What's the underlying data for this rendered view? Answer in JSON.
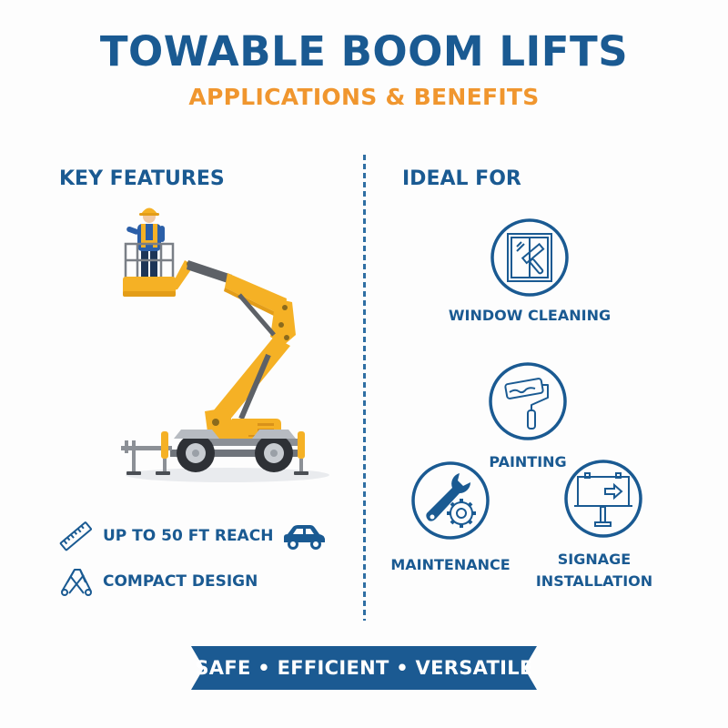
{
  "header": {
    "title": "TOWABLE BOOM LIFTS",
    "subtitle": "APPLICATIONS & BENEFITS"
  },
  "colors": {
    "primary_blue": "#1a5a92",
    "accent_orange": "#f0962e",
    "lift_yellow": "#f5b125",
    "ribbon_blue": "#1b5a92"
  },
  "key_features": {
    "heading": "KEY FEATURES",
    "illustration": "towable-boom-lift-with-worker",
    "items": [
      {
        "label": "UP TO 50 FT REACH",
        "icon": "ruler-icon",
        "side_icon": "car-icon"
      },
      {
        "label": "COMPACT DESIGN",
        "icon": "compact-fold-icon"
      }
    ]
  },
  "ideal_for": {
    "heading": "IDEAL FOR",
    "items": [
      {
        "label": "WINDOW CLEANING",
        "icon": "window-squeegee-icon"
      },
      {
        "label": "PAINTING",
        "icon": "paint-roller-icon"
      },
      {
        "label": "MAINTENANCE",
        "icon": "wrench-gear-icon"
      },
      {
        "label_line1": "SIGNAGE",
        "label_line2": "INSTALLATION",
        "icon": "billboard-icon"
      }
    ]
  },
  "footer": {
    "banner": "SAFE • EFFICIENT • VERSATILE"
  }
}
